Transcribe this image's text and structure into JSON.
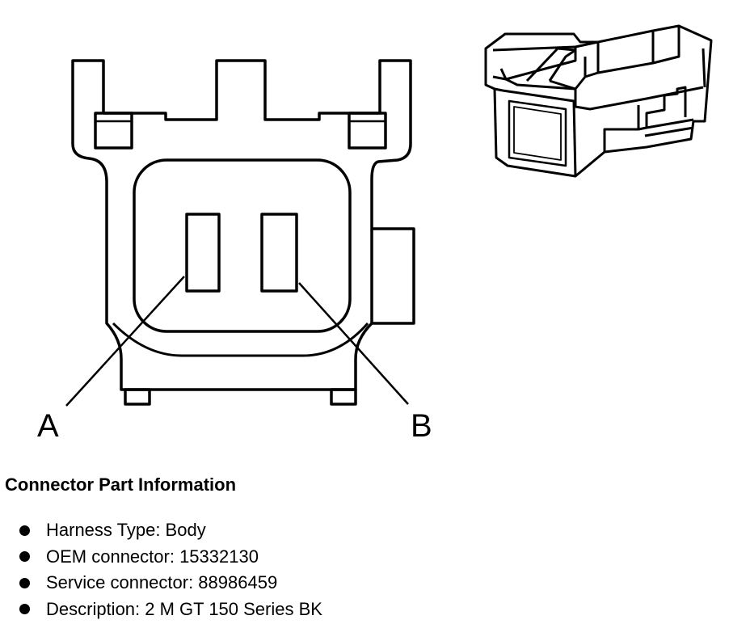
{
  "pin_labels": {
    "a": "A",
    "b": "B"
  },
  "info": {
    "title": "Connector Part Information",
    "items": [
      "Harness Type: Body",
      "OEM connector: 15332130",
      "Service connector: 88986459",
      "Description: 2 M GT 150 Series BK"
    ]
  }
}
